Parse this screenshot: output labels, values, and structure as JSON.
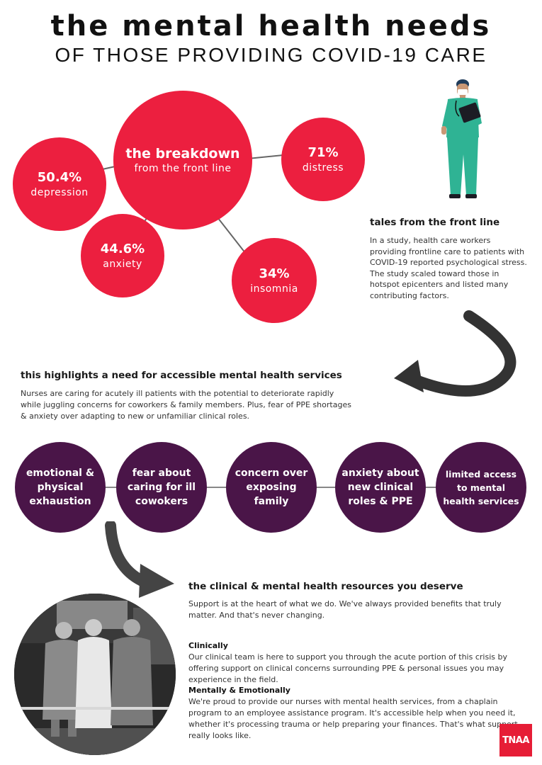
{
  "header": {
    "title": "the mental health needs",
    "subtitle": "OF THOSE PROVIDING COVID-19 CARE"
  },
  "breakdown": {
    "main": {
      "title": "the breakdown",
      "subtitle": "from the front line"
    },
    "stats": [
      {
        "value": "50.4%",
        "label": "depression"
      },
      {
        "value": "44.6%",
        "label": "anxiety"
      },
      {
        "value": "34%",
        "label": "insomnia"
      },
      {
        "value": "71%",
        "label": "distress"
      }
    ]
  },
  "tales": {
    "title": "tales from the front line",
    "body": "In a study, health care workers providing frontline care to patients with COVID-19 reported psychological stress. The study scaled toward those in hotspot epicenters and listed many contributing factors."
  },
  "highlight": {
    "title": "this highlights a need for accessible mental health services",
    "body": "Nurses are caring for acutely ill patients with the potential to deteriorate rapidly while juggling concerns for coworkers & family members. Plus,  fear of PPE shortages & anxiety over adapting to new or unfamiliar clinical roles."
  },
  "factors": [
    {
      "label": "emotional & physical exhaustion"
    },
    {
      "label": "fear about caring for ill cowokers"
    },
    {
      "label": "concern over exposing family"
    },
    {
      "label": "anxiety about new clinical roles & PPE"
    },
    {
      "label": "limited access to mental health services"
    }
  ],
  "resources": {
    "title": "the clinical & mental health resources you deserve",
    "intro": "Support is at the heart of what we do. We've always provided benefits that truly matter. And that's never changing.",
    "clinically_title": "Clinically",
    "clinically_body": "Our clinical team is here to support you through the acute portion of this crisis by offering support on clinical concerns surrounding PPE & personal issues you may experience in the field.",
    "mentally_title": "Mentally & Emotionally",
    "mentally_body": "We're proud to provide our nurses with mental health services, from a chaplain program to an employee assistance program. It's accessible help when you need it, whether it's processing trauma or help preparing your finances. That's what support really looks like."
  },
  "logo": {
    "text": "TNAA"
  },
  "colors": {
    "red": "#ec1f3f",
    "purple": "#4a1548",
    "logo_red": "#e61d36"
  },
  "icons": [
    "nurse-illustration",
    "curved-arrow-left",
    "curved-arrow-down-right"
  ]
}
